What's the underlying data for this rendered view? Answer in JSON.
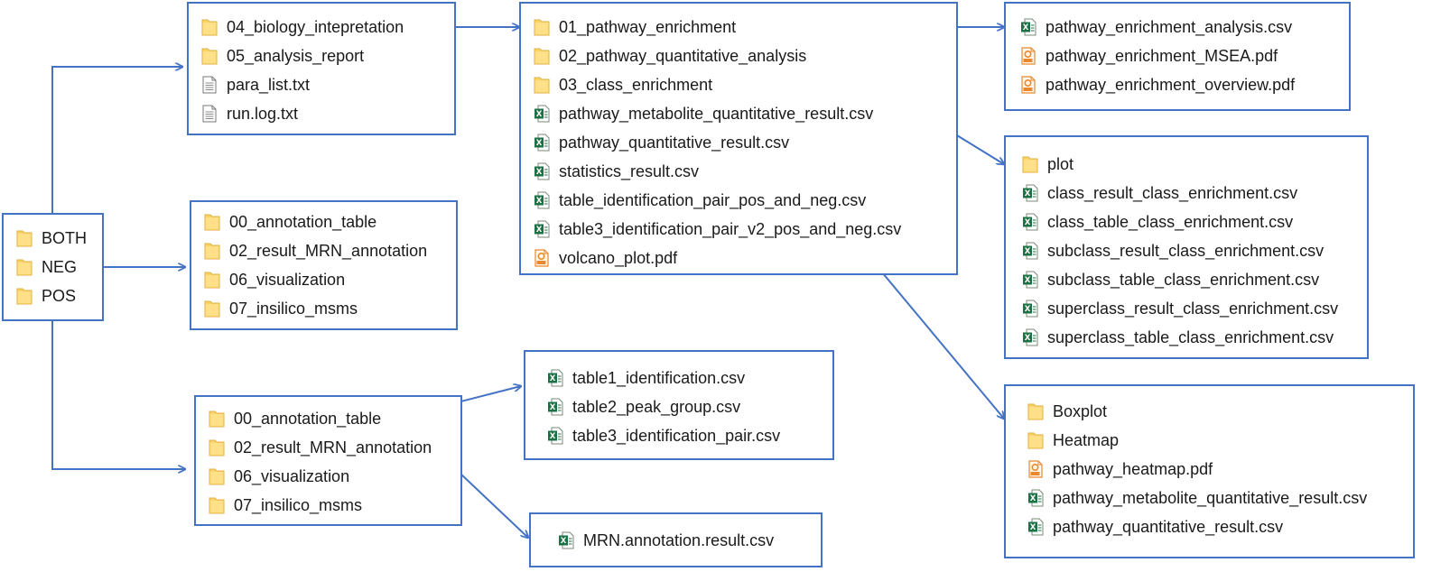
{
  "colors": {
    "line": "#4472c4",
    "folder": "#f9d46b",
    "excel": "#1e7145",
    "pdf": "#e9892b"
  },
  "boxes": {
    "root": {
      "items": [
        {
          "label": "BOTH",
          "icon": "folder-icon"
        },
        {
          "label": "NEG",
          "icon": "folder-icon"
        },
        {
          "label": "POS",
          "icon": "folder-icon"
        }
      ]
    },
    "both": {
      "items": [
        {
          "label": "04_biology_intepretation",
          "icon": "folder-icon"
        },
        {
          "label": "05_analysis_report",
          "icon": "folder-icon"
        },
        {
          "label": "para_list.txt",
          "icon": "text-file-icon"
        },
        {
          "label": "run.log.txt",
          "icon": "text-file-icon"
        }
      ]
    },
    "neg": {
      "items": [
        {
          "label": "00_annotation_table",
          "icon": "folder-icon"
        },
        {
          "label": "02_result_MRN_annotation",
          "icon": "folder-icon"
        },
        {
          "label": "06_visualization",
          "icon": "folder-icon"
        },
        {
          "label": "07_insilico_msms",
          "icon": "folder-icon"
        }
      ]
    },
    "pos": {
      "items": [
        {
          "label": "00_annotation_table",
          "icon": "folder-icon"
        },
        {
          "label": "02_result_MRN_annotation",
          "icon": "folder-icon"
        },
        {
          "label": "06_visualization",
          "icon": "folder-icon"
        },
        {
          "label": "07_insilico_msms",
          "icon": "folder-icon"
        }
      ]
    },
    "biology": {
      "items": [
        {
          "label": "01_pathway_enrichment",
          "icon": "folder-icon"
        },
        {
          "label": "02_pathway_quantitative_analysis",
          "icon": "folder-icon"
        },
        {
          "label": "03_class_enrichment",
          "icon": "folder-icon"
        },
        {
          "label": "pathway_metabolite_quantitative_result.csv",
          "icon": "excel-icon"
        },
        {
          "label": "pathway_quantitative_result.csv",
          "icon": "excel-icon"
        },
        {
          "label": "statistics_result.csv",
          "icon": "excel-icon"
        },
        {
          "label": "table_identification_pair_pos_and_neg.csv",
          "icon": "excel-icon"
        },
        {
          "label": "table3_identification_pair_v2_pos_and_neg.csv",
          "icon": "excel-icon"
        },
        {
          "label": "volcano_plot.pdf",
          "icon": "pdf-icon"
        }
      ]
    },
    "enrichment": {
      "items": [
        {
          "label": "pathway_enrichment_analysis.csv",
          "icon": "excel-icon"
        },
        {
          "label": "pathway_enrichment_MSEA.pdf",
          "icon": "pdf-icon"
        },
        {
          "label": "pathway_enrichment_overview.pdf",
          "icon": "pdf-icon"
        }
      ]
    },
    "quantitative": {
      "items": [
        {
          "label": "plot",
          "icon": "folder-icon"
        },
        {
          "label": "class_result_class_enrichment.csv",
          "icon": "excel-icon"
        },
        {
          "label": "class_table_class_enrichment.csv",
          "icon": "excel-icon"
        },
        {
          "label": "subclass_result_class_enrichment.csv",
          "icon": "excel-icon"
        },
        {
          "label": "subclass_table_class_enrichment.csv",
          "icon": "excel-icon"
        },
        {
          "label": "superclass_result_class_enrichment.csv",
          "icon": "excel-icon"
        },
        {
          "label": "superclass_table_class_enrichment.csv",
          "icon": "excel-icon"
        }
      ]
    },
    "class": {
      "items": [
        {
          "label": "Boxplot",
          "icon": "folder-icon"
        },
        {
          "label": "Heatmap",
          "icon": "folder-icon"
        },
        {
          "label": "pathway_heatmap.pdf",
          "icon": "pdf-icon"
        },
        {
          "label": "pathway_metabolite_quantitative_result.csv",
          "icon": "excel-icon"
        },
        {
          "label": "pathway_quantitative_result.csv",
          "icon": "excel-icon"
        }
      ]
    },
    "annotation": {
      "items": [
        {
          "label": "table1_identification.csv",
          "icon": "excel-icon"
        },
        {
          "label": "table2_peak_group.csv",
          "icon": "excel-icon"
        },
        {
          "label": "table3_identification_pair.csv",
          "icon": "excel-icon"
        }
      ]
    },
    "mrn": {
      "items": [
        {
          "label": "MRN.annotation.result.csv",
          "icon": "excel-icon"
        }
      ]
    }
  }
}
